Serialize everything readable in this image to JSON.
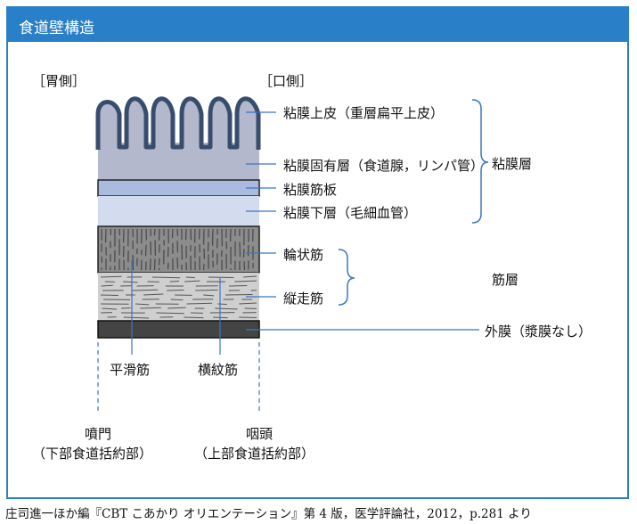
{
  "header": {
    "title": "食道壁構造"
  },
  "orientation": {
    "stomach_side": "［胃側］",
    "mouth_side": "［口側］"
  },
  "layers": {
    "epithelium": "粘膜上皮（重層扁平上皮）",
    "lamina_propria": "粘膜固有層（食道腺，リンパ管）",
    "muscularis_mucosae": "粘膜筋板",
    "submucosa": "粘膜下層（毛細血管）",
    "circular_muscle": "輪状筋",
    "longitudinal_muscle": "縦走筋",
    "adventitia": "外膜（漿膜なし）"
  },
  "groups": {
    "mucosa": "粘膜層",
    "muscle": "筋層"
  },
  "muscle_types": {
    "smooth": "平滑筋",
    "striated": "横紋筋"
  },
  "ends": {
    "cardia": "噴門",
    "cardia_sub": "（下部食道括約部）",
    "pharynx": "咽頭",
    "pharynx_sub": "（上部食道括約部）"
  },
  "colors": {
    "header": "#2a80c8",
    "epithelium": "#5a6e8e",
    "lamina": "#b3b8cc",
    "muscularis": "#a9bce0",
    "submucosa": "#d3dcee",
    "circular": "#8c8c8c",
    "longitudinal": "#cfcfcf",
    "adventitia": "#444444",
    "bracket": "#3a76c4"
  },
  "caption": "庄司進一ほか編『CBT こあかり オリエンテーション』第 4 版，医学評論社，2012，p.281 より"
}
